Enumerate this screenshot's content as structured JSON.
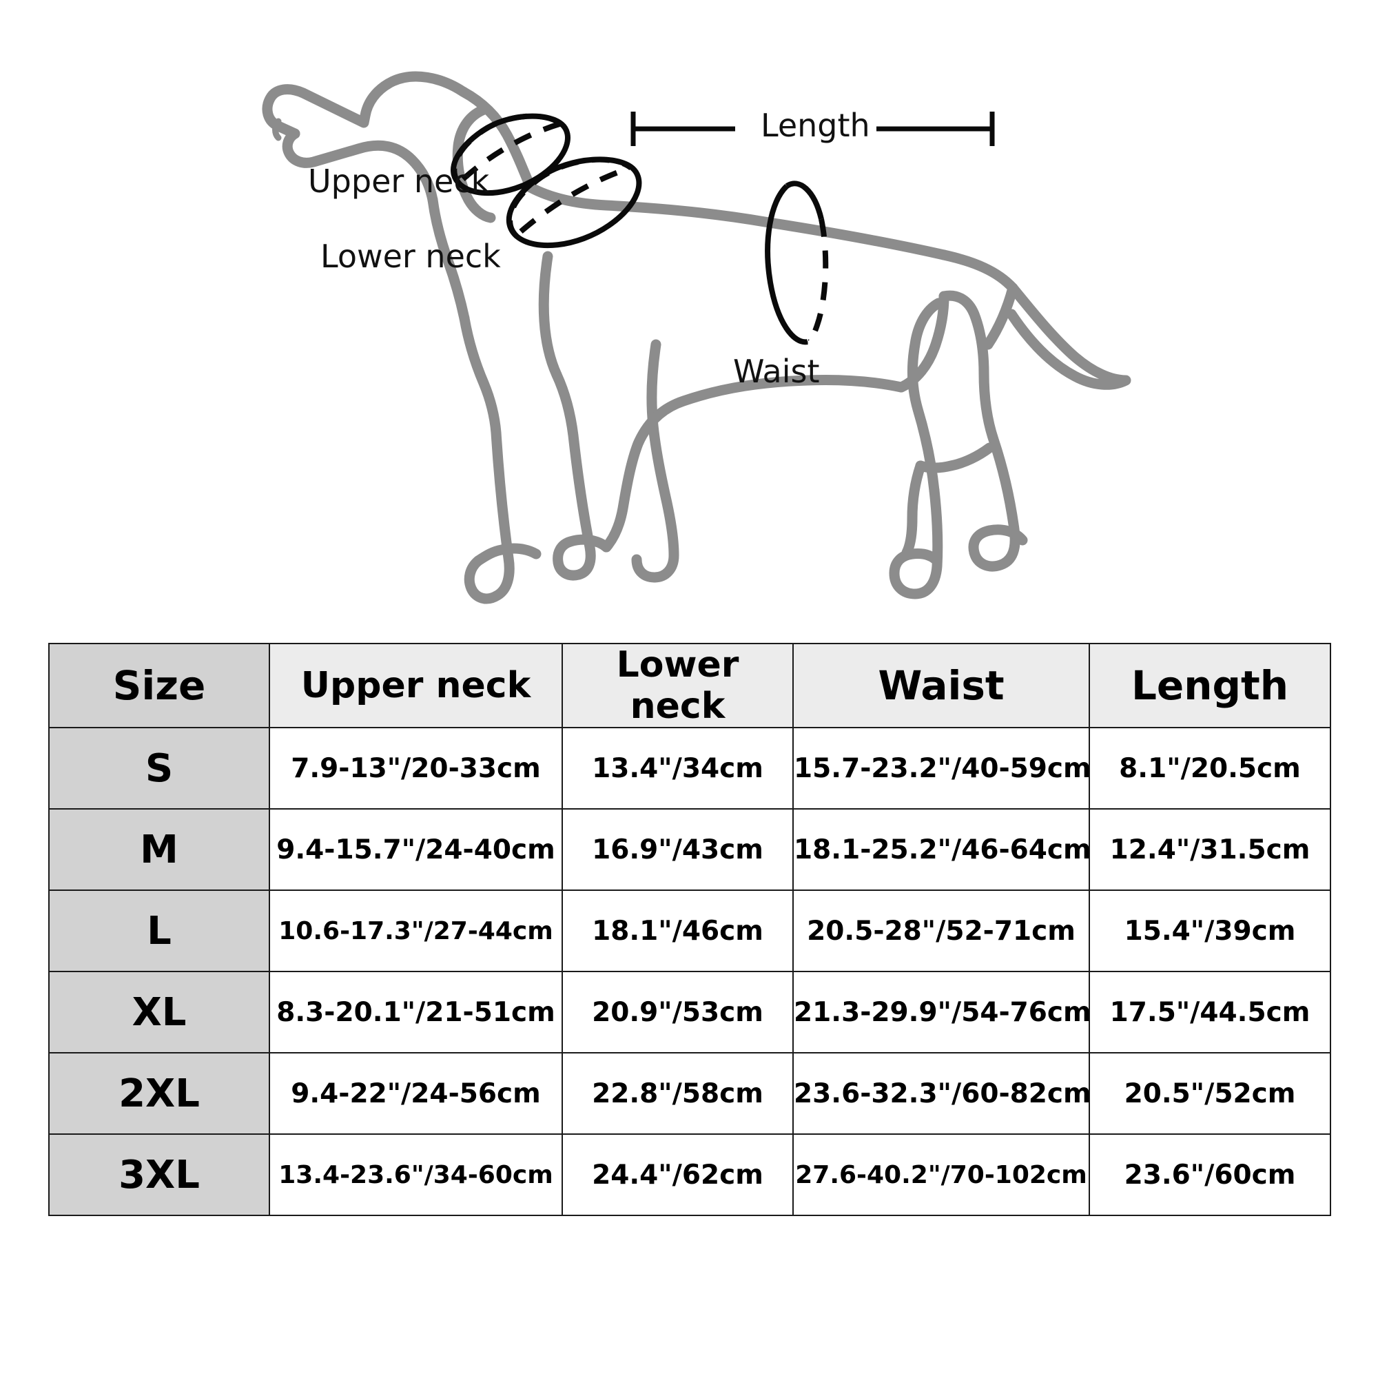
{
  "diagram": {
    "labels": {
      "upper_neck": "Upper neck",
      "lower_neck": "Lower neck",
      "waist": "Waist",
      "length": "Length"
    },
    "colors": {
      "dog_outline": "#8c8c8c",
      "measure_line": "#000000",
      "label_text": "#111111"
    },
    "icon_names": [
      "dog-silhouette",
      "upper-neck-ellipse",
      "lower-neck-ellipse",
      "waist-ellipse",
      "length-dimension-line"
    ]
  },
  "table": {
    "columns": [
      "Size",
      "Upper neck",
      "Lower neck",
      "Waist",
      "Length"
    ],
    "header_colors": {
      "size_cell": "#d2d2d2",
      "other_cells": "#ececec"
    },
    "rows": [
      {
        "size": "S",
        "upper_neck": "7.9-13\"/20-33cm",
        "lower_neck": "13.4\"/34cm",
        "waist": "15.7-23.2\"/40-59cm",
        "length": "8.1\"/20.5cm"
      },
      {
        "size": "M",
        "upper_neck": "9.4-15.7\"/24-40cm",
        "lower_neck": "16.9\"/43cm",
        "waist": "18.1-25.2\"/46-64cm",
        "length": "12.4\"/31.5cm"
      },
      {
        "size": "L",
        "upper_neck": "10.6-17.3\"/27-44cm",
        "lower_neck": "18.1\"/46cm",
        "waist": "20.5-28\"/52-71cm",
        "length": "15.4\"/39cm"
      },
      {
        "size": "XL",
        "upper_neck": "8.3-20.1\"/21-51cm",
        "lower_neck": "20.9\"/53cm",
        "waist": "21.3-29.9\"/54-76cm",
        "length": "17.5\"/44.5cm"
      },
      {
        "size": "2XL",
        "upper_neck": "9.4-22\"/24-56cm",
        "lower_neck": "22.8\"/58cm",
        "waist": "23.6-32.3\"/60-82cm",
        "length": "20.5\"/52cm"
      },
      {
        "size": "3XL",
        "upper_neck": "13.4-23.6\"/34-60cm",
        "lower_neck": "24.4\"/62cm",
        "waist": "27.6-40.2\"/70-102cm",
        "length": "23.6\"/60cm"
      }
    ]
  }
}
